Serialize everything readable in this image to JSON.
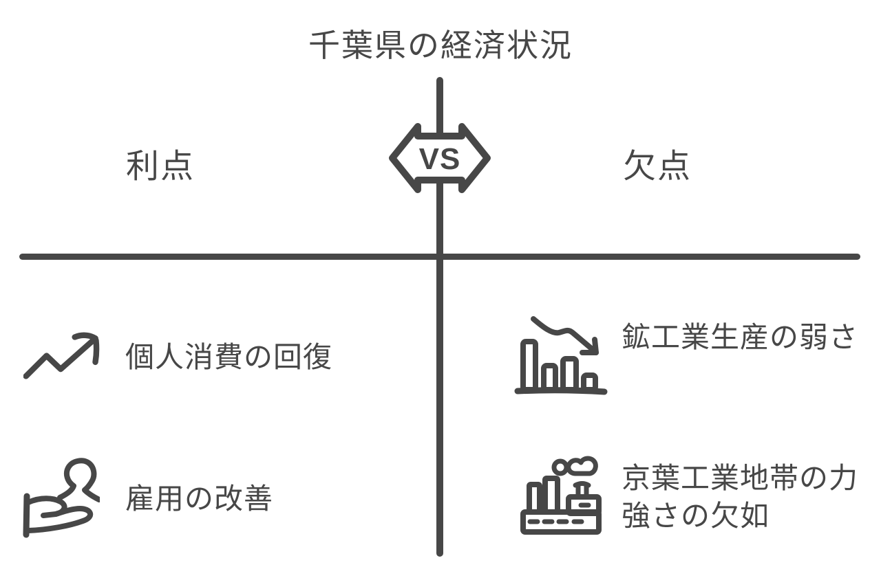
{
  "title": "千葉県の経済状況",
  "vs_badge": {
    "label": "VS"
  },
  "left": {
    "heading": "利点",
    "items": [
      {
        "icon": "trend-up-arrow-icon",
        "label": "個人消費の回復"
      },
      {
        "icon": "person-on-hand-icon",
        "label": "雇用の改善"
      }
    ]
  },
  "right": {
    "heading": "欠点",
    "items": [
      {
        "icon": "declining-bar-chart-icon",
        "label": "鉱工業生産の弱さ"
      },
      {
        "icon": "factory-icon",
        "label": "京葉工業地帯の力強さの欠如"
      }
    ]
  },
  "colors": {
    "ink": "#474747",
    "background": "#ffffff"
  }
}
